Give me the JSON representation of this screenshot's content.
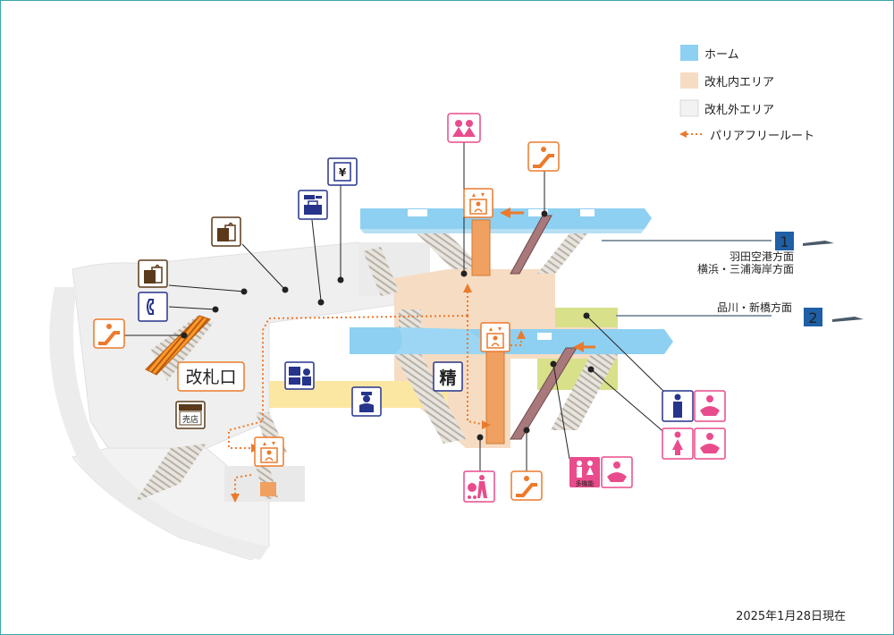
{
  "legend": {
    "platform": "ホーム",
    "inside_gate": "改札内エリア",
    "outside_gate": "改札外エリア",
    "barrier_free_route": "パリアフリールート"
  },
  "colors": {
    "platform": "#8ed0f2",
    "inside_gate": "#f6dcc3",
    "outside_gate": "#eeeeee",
    "route": "#ec7a2c",
    "toilet_area": "#d8e08a",
    "escalator": "#a8787a",
    "icon_navy": "#27348b",
    "icon_brown": "#5a3a1a",
    "icon_pink": "#e94c8c",
    "icon_orange": "#ec7a2c",
    "line_badge": "#1f5fa6"
  },
  "platforms": [
    {
      "number": "1",
      "direction_line1": "羽田空港方面",
      "direction_line2": "横浜・三浦海岸方面"
    },
    {
      "number": "2",
      "direction_line1": "品川・新橋方面"
    }
  ],
  "labels": {
    "ticket_gate": "改札口",
    "shop": "売店",
    "fare_adjust": "精",
    "multi_toilet": "多機能",
    "yen": "¥"
  },
  "icons": [
    "coin-locker-icon",
    "travel-center-icon",
    "ticket-machine-icon",
    "shop-bag-icon",
    "phone-icon",
    "escalator-icon",
    "elevator-icon",
    "ticket-office-icon",
    "fare-adjust-icon",
    "station-staff-icon",
    "toilet-icon",
    "baby-room-icon",
    "multipurpose-toilet-icon",
    "stroller-icon"
  ],
  "footer": {
    "date": "2025年1月28日現在"
  }
}
